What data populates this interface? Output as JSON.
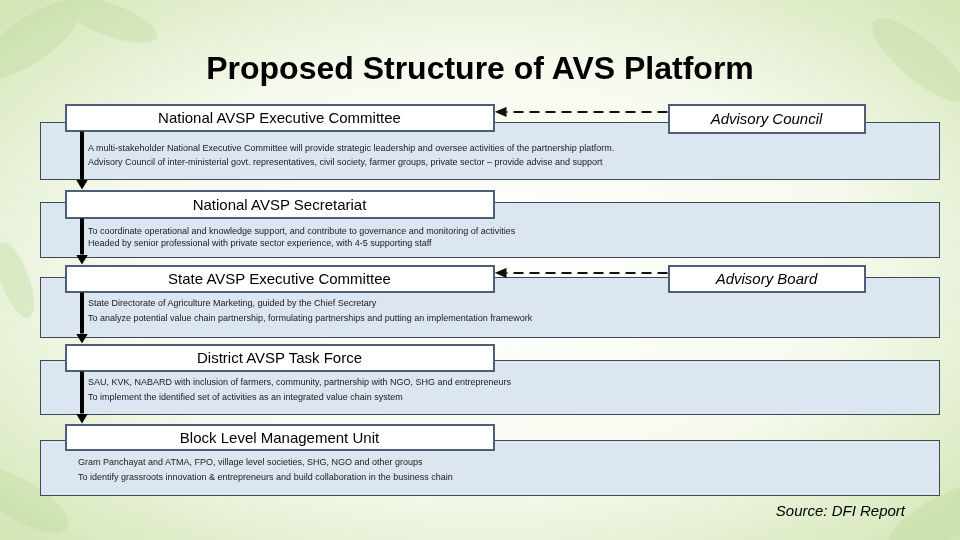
{
  "diagram": {
    "title": "Proposed Structure of AVS Platform",
    "nodes": [
      {
        "text": [
          "A multi-stakeholder National Executive Committee will provide strategic leadership and oversee activities of the partnership platform.",
          "Advisory Council of inter-ministerial govt. representatives, civil society, farmer groups, private sector – provide advise and support"
        ]
      },
      {
        "text": [
          "National AVSP Executive Committee"
        ],
        "in": 0
      },
      {
        "text": [
          "Advisory Council"
        ],
        "in": 0
      },
      {
        "text": [
          "To coordinate operational and knowledge support, and contribute to governance and monitoring of activities",
          "Headed by senior professional with private sector experience, with 4-5 supporting staff"
        ]
      },
      {
        "text": [
          "National AVSP Secretariat"
        ],
        "in": 3
      },
      {
        "text": [
          "State Directorate of Agriculture Marketing, guided by the Chief Secretary",
          "To analyze potential value chain partnership, formulating partnerships and putting an implementation framework"
        ]
      },
      {
        "text": [
          "State AVSP Executive Committee"
        ],
        "in": 5
      },
      {
        "text": [
          "Advisory Board"
        ],
        "in": 5
      },
      {
        "text": [
          "SAU, KVK, NABARD with inclusion of farmers, community, partnership with NGO, SHG and entrepreneurs",
          "To implement the identified set of activities as an integrated value chain system"
        ]
      },
      {
        "text": [
          "District AVSP Task Force"
        ],
        "in": 8
      },
      {
        "text": [
          "Gram Panchayat and ATMA, FPO, village level societies, SHG, NGO and other groups",
          "To identify grassroots innovation & entrepreneurs and build collaboration in the business chain"
        ]
      },
      {
        "text": [
          "Block Level Management Unit"
        ],
        "in": 10
      }
    ],
    "edges": [
      {
        "from": 2,
        "to": 1,
        "arrow": "to"
      },
      {
        "from": 7,
        "to": 6,
        "arrow": "to"
      },
      {
        "from": 1,
        "to": 4,
        "arrow": "to"
      },
      {
        "from": 4,
        "to": 6,
        "arrow": "to"
      },
      {
        "from": 6,
        "to": 9,
        "arrow": "to"
      },
      {
        "from": 9,
        "to": 11,
        "arrow": "to"
      }
    ],
    "labels": [
      "Source: DFI Report"
    ]
  }
}
